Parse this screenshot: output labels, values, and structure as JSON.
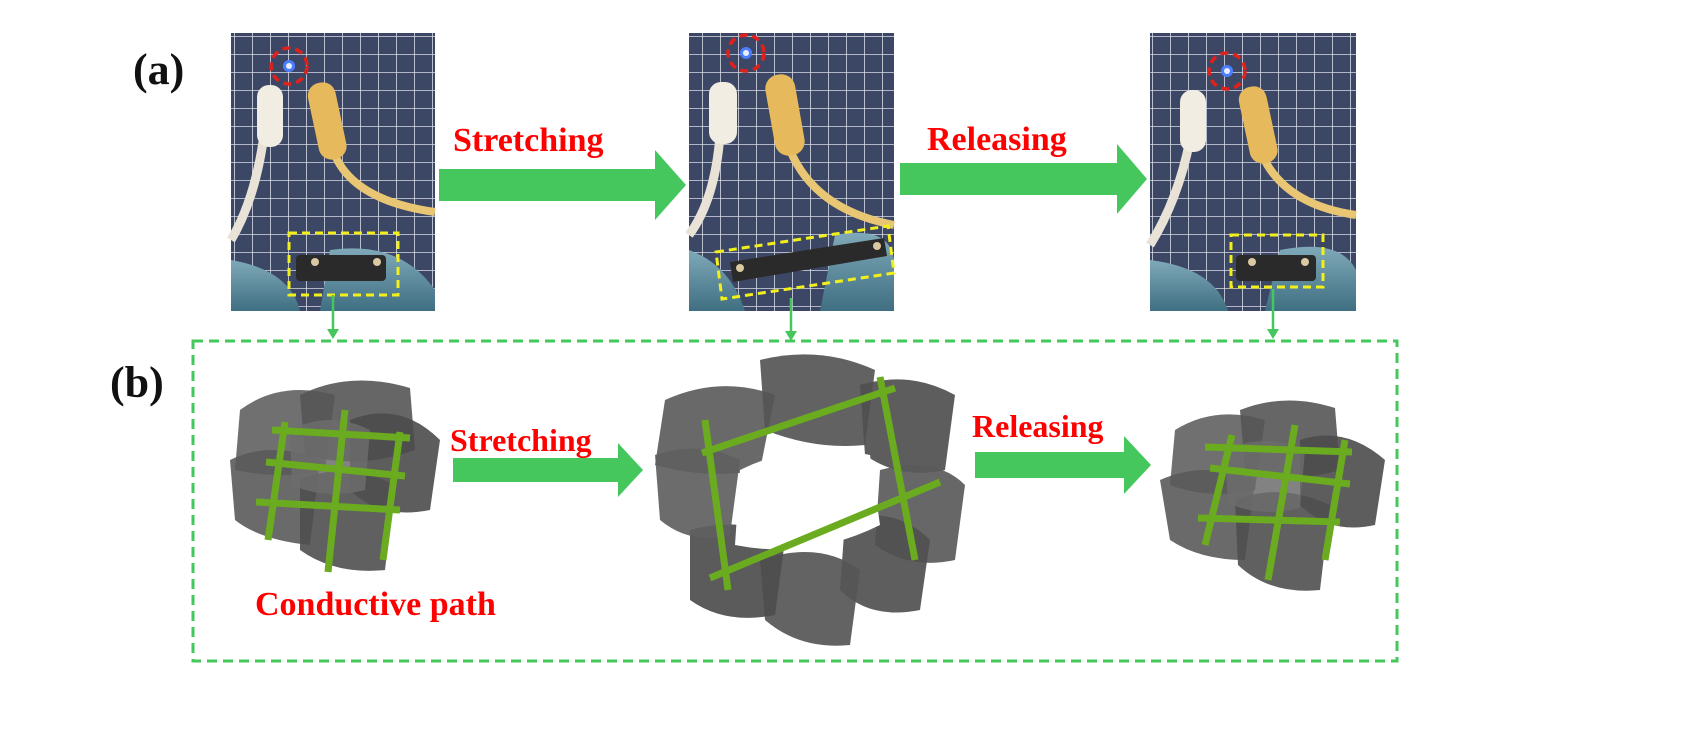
{
  "panel_a": {
    "label": "(a)",
    "arrow1_label": "Stretching",
    "arrow2_label": "Releasing"
  },
  "panel_b": {
    "label": "(b)",
    "arrow1_label": "Stretching",
    "arrow2_label": "Releasing",
    "caption": "Conductive path"
  },
  "colors": {
    "arrow_green": "#46c75e",
    "label_red": "#ff0000",
    "path_green": "#6aab1f",
    "sheet_gray": "#5c5c5c",
    "led_circle_red": "#e0201b",
    "sample_box_yellow": "#f2ef1a",
    "grid_board": "#3c4766"
  }
}
